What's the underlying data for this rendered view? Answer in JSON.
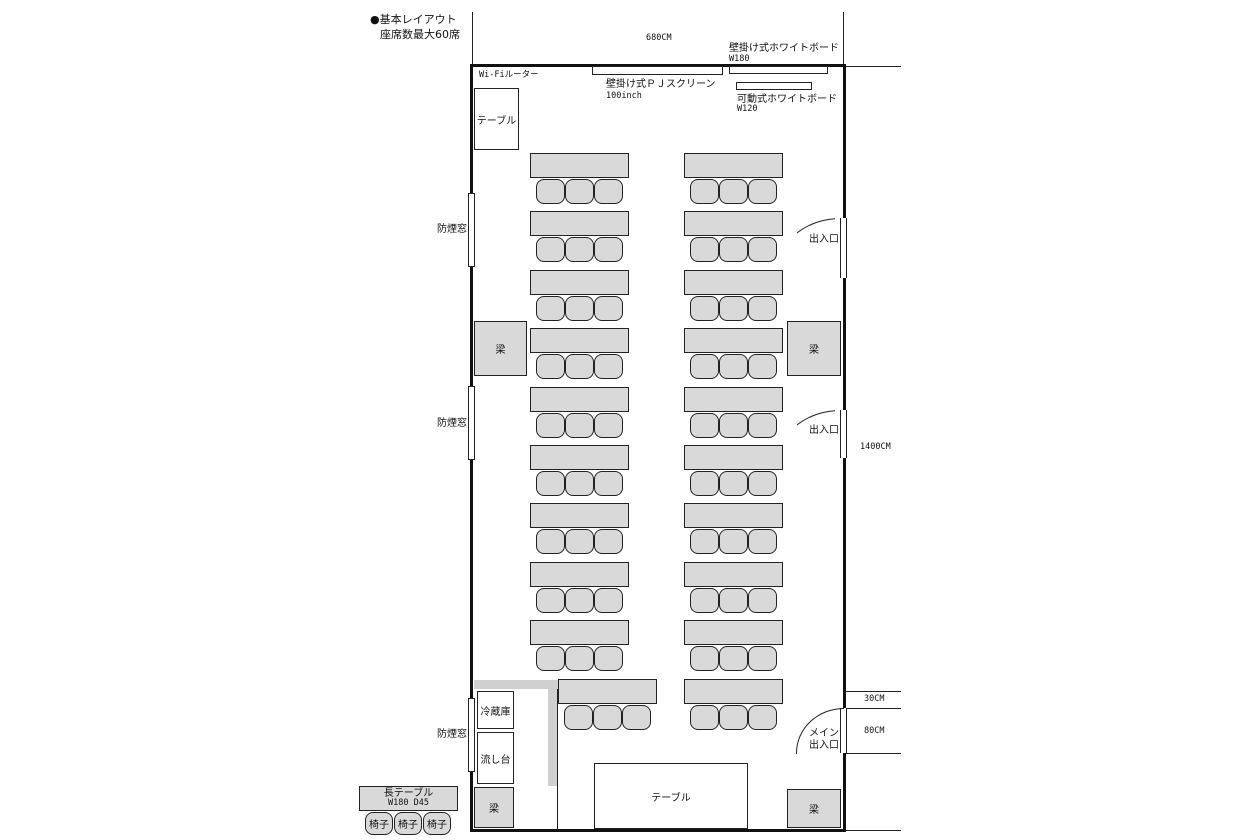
{
  "legend": {
    "line1": "●基本レイアウト",
    "line2": "座席数最大60席"
  },
  "dimensions": {
    "width": "680CM",
    "height": "1400CM",
    "door_offset": "30CM",
    "door_width": "80CM"
  },
  "fixtures": {
    "wifi": "Wi-Fiルーター",
    "side_table": "テーブル",
    "screen_line1": "壁掛け式ＰＪスクリーン",
    "screen_line2": "100inch",
    "wall_board_line1": "壁掛け式ホワイトボード",
    "wall_board_line2": "W180",
    "mobile_board_line1": "可動式ホワイトボード",
    "mobile_board_line2": "W120",
    "fridge": "冷蔵庫",
    "sink": "流し台",
    "bottom_table": "テーブル"
  },
  "labels": {
    "smoke_window": "防煙窓",
    "beam": "梁",
    "entrance": "出入口",
    "main_entrance_line1": "メイン",
    "main_entrance_line2": "出入口"
  },
  "key": {
    "long_table": "長テーブル",
    "long_table_size": "W180 D45",
    "chair": "椅子"
  },
  "seating": {
    "rows": 10,
    "columns": 2,
    "chairs_per_table": 3,
    "max_seats": 60
  }
}
